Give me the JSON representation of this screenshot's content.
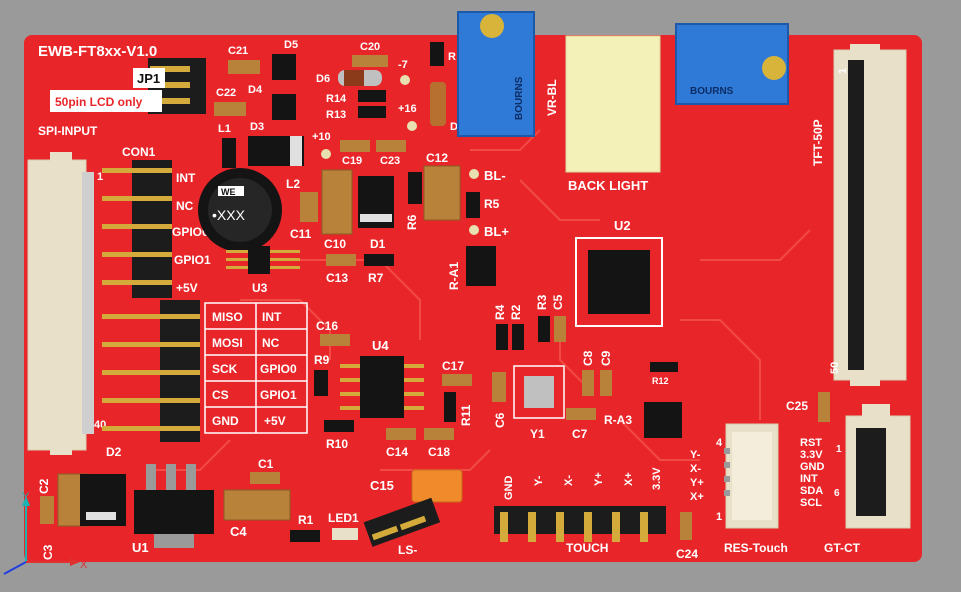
{
  "board": {
    "title": "EWB-FT8xx-V1.0",
    "jumper_label": "JP1",
    "jumper_note": "50pin LCD only",
    "spi_input": "SPI-INPUT",
    "con1": "CON1",
    "con1_pin1": "1",
    "con1_pin40": "40",
    "tft_label": "TFT-50P",
    "tft_pin1": "1",
    "tft_pin50": "50",
    "backlight": "BACK LIGHT",
    "vr_bl": "VR-BL",
    "bourns": "BOURNS",
    "inductor_brand": "WE",
    "inductor_marking": "•XXX",
    "res_touch": "RES-Touch",
    "gt_ct": "GT-CT",
    "touch": "TOUCH",
    "led_header": "LS-",
    "res_touch_pin4": "4",
    "res_touch_pin1": "1",
    "gt_pin1": "1",
    "gt_pin6": "6"
  },
  "refdes": {
    "c21": "C21",
    "d5": "D5",
    "c20": "C20",
    "c22": "C22",
    "d4": "D4",
    "d6": "D6",
    "d3": "D3",
    "l1": "L1",
    "r14": "R14",
    "r13": "R13",
    "l2": "L2",
    "c19": "C19",
    "c23": "C23",
    "c12": "C12",
    "c11": "C11",
    "c10": "C10",
    "d1": "D1",
    "r6": "R6",
    "r5": "R5",
    "c13": "C13",
    "r7": "R7",
    "u3": "U3",
    "ra1": "R-A1",
    "u2": "U2",
    "r4": "R4",
    "r2": "R2",
    "r3": "R3",
    "c5": "C5",
    "c16": "C16",
    "r9": "R9",
    "u4": "U4",
    "c17": "C17",
    "r11": "R11",
    "c6": "C6",
    "y1": "Y1",
    "c7": "C7",
    "c8": "C8",
    "c9": "C9",
    "r12": "R12",
    "ra3": "R-A3",
    "c25": "C25",
    "r10": "R10",
    "c14": "C14",
    "c18": "C18",
    "c15": "C15",
    "c2": "C2",
    "c3": "C3",
    "d2": "D2",
    "u1": "U1",
    "c1": "C1",
    "c4": "C4",
    "r1": "R1",
    "led1": "LED1",
    "c24": "C24"
  },
  "nets": {
    "int": "INT",
    "nc": "NC",
    "gpio0": "GPIO0",
    "gpio1": "GPIO1",
    "p5v": "+5V",
    "m10": "+10",
    "m7": "-7",
    "p16": "+16",
    "bl_minus": "BL-",
    "bl_plus": "BL+"
  },
  "pin_table": [
    [
      "MISO",
      "INT"
    ],
    [
      "MOSI",
      "NC"
    ],
    [
      "SCK",
      "GPIO0"
    ],
    [
      "CS",
      "GPIO1"
    ],
    [
      "GND",
      "+5V"
    ]
  ],
  "touch_pins": [
    "GND",
    "Y-",
    "X-",
    "Y+",
    "X+",
    "3.3V"
  ],
  "res_touch_pins": [
    "Y-",
    "X-",
    "Y+",
    "X+"
  ],
  "gt_pins": [
    "RST",
    "3.3V",
    "GND",
    "INT",
    "SDA",
    "SCL"
  ],
  "axes": {
    "x": "X",
    "y": "Y"
  },
  "colors": {
    "pcb": "#e8262a",
    "silkscreen": "#ffffff",
    "background": "#9a9a9a",
    "trace": "#f24a45",
    "cap": "#b8823a",
    "ic": "#141414",
    "header": "#1c1c1c",
    "pin": "#d4aa3a",
    "pot": "#2f7ad6",
    "backlight": "#f3f0b8",
    "connector": "#e9e0c9"
  }
}
